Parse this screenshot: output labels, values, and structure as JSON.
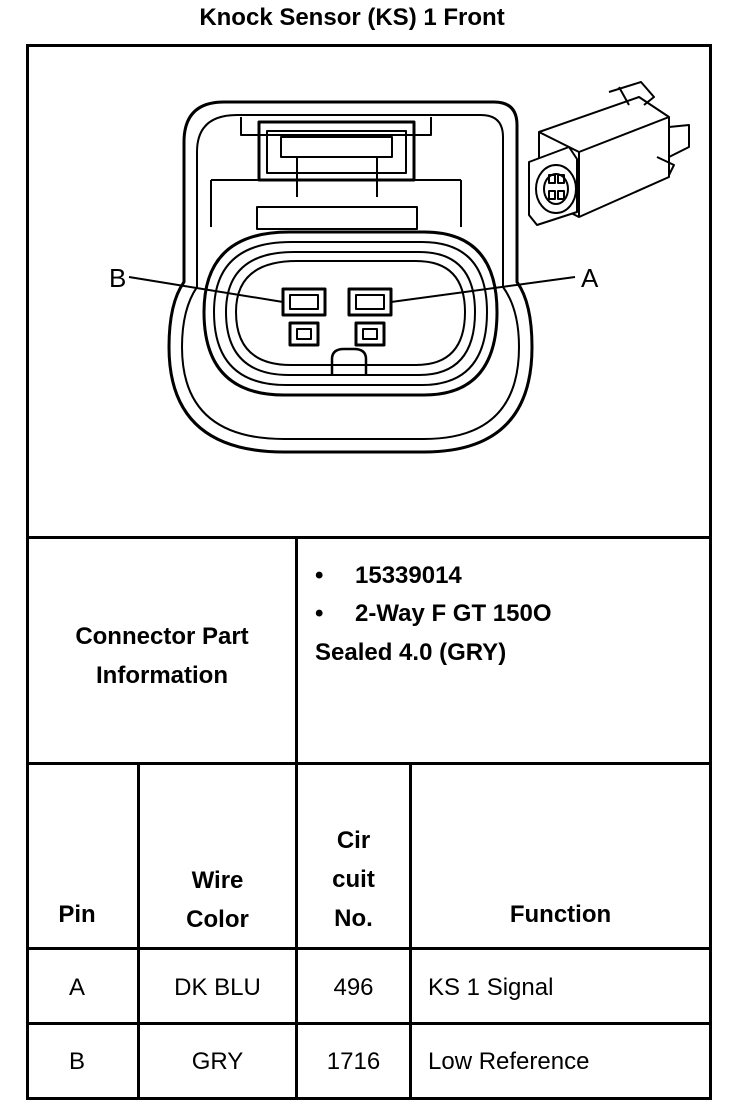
{
  "title": "Knock Sensor (KS) 1 Front",
  "diagram": {
    "pin_label_b": "B",
    "pin_label_a": "A"
  },
  "connector_info": {
    "label_line1": "Connector Part",
    "label_line2": "Information",
    "bullets": [
      "15339014",
      "2-Way F GT 150O"
    ],
    "continuation": "Sealed 4.0 (GRY)"
  },
  "table": {
    "headers": {
      "pin": "Pin",
      "wire_color_line1": "Wire",
      "wire_color_line2": "Color",
      "circuit_line1": "Cir",
      "circuit_line2": "cuit",
      "circuit_line3": "No.",
      "function": "Function"
    },
    "rows": [
      {
        "pin": "A",
        "wire_color": "DK BLU",
        "circuit": "496",
        "function": "KS 1 Signal"
      },
      {
        "pin": "B",
        "wire_color": "GRY",
        "circuit": "1716",
        "function": "Low Reference"
      }
    ]
  }
}
